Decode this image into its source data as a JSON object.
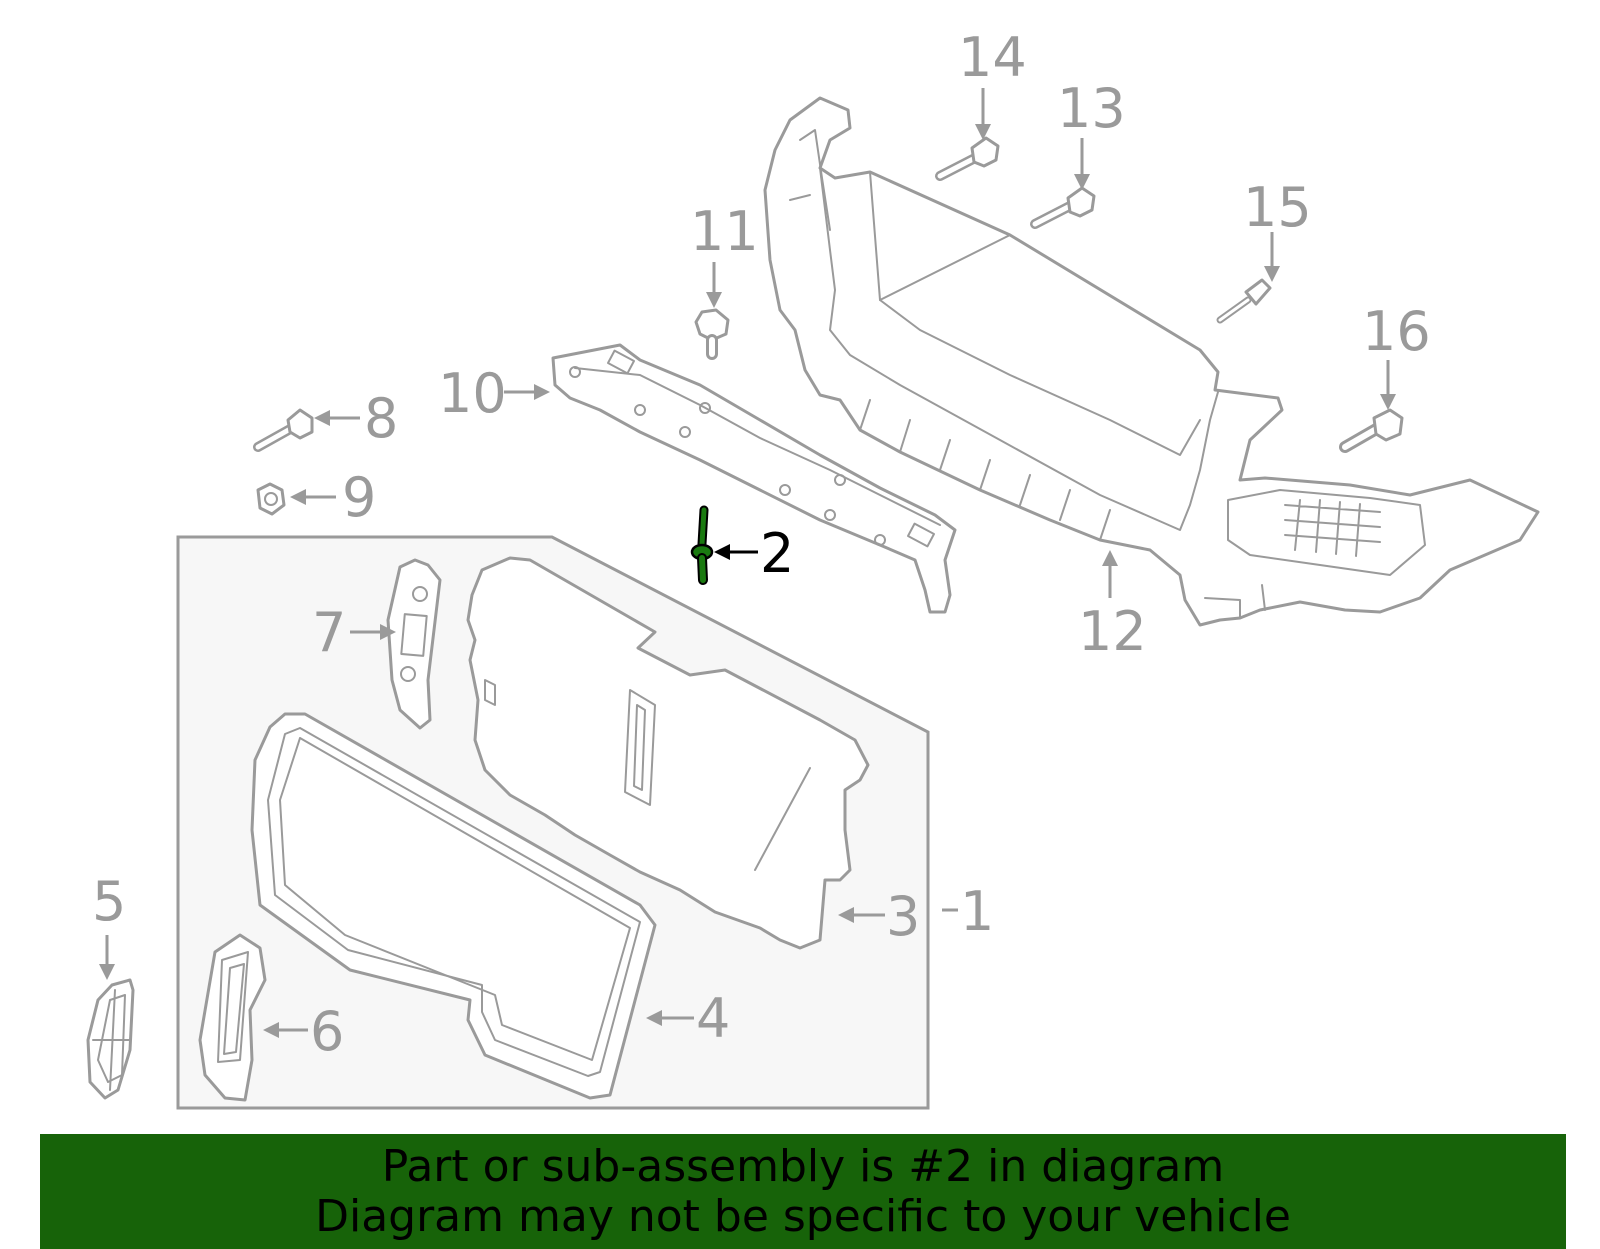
{
  "diagram": {
    "callouts": [
      {
        "id": "1",
        "label": "1"
      },
      {
        "id": "2",
        "label": "2",
        "highlighted": true
      },
      {
        "id": "3",
        "label": "3"
      },
      {
        "id": "4",
        "label": "4"
      },
      {
        "id": "5",
        "label": "5"
      },
      {
        "id": "6",
        "label": "6"
      },
      {
        "id": "7",
        "label": "7"
      },
      {
        "id": "8",
        "label": "8"
      },
      {
        "id": "9",
        "label": "9"
      },
      {
        "id": "10",
        "label": "10"
      },
      {
        "id": "11",
        "label": "11"
      },
      {
        "id": "12",
        "label": "12"
      },
      {
        "id": "13",
        "label": "13"
      },
      {
        "id": "14",
        "label": "14"
      },
      {
        "id": "15",
        "label": "15"
      },
      {
        "id": "16",
        "label": "16"
      }
    ],
    "colors": {
      "line": "#9a9a9a",
      "highlight_part": "#1a7a10",
      "highlight_text": "#000000",
      "assembly_box_fill": "#f7f7f7"
    }
  },
  "banner": {
    "line1": "Part or sub-assembly is #2 in diagram",
    "line2": "Diagram may not be specific to your vehicle",
    "background": "#176309"
  }
}
